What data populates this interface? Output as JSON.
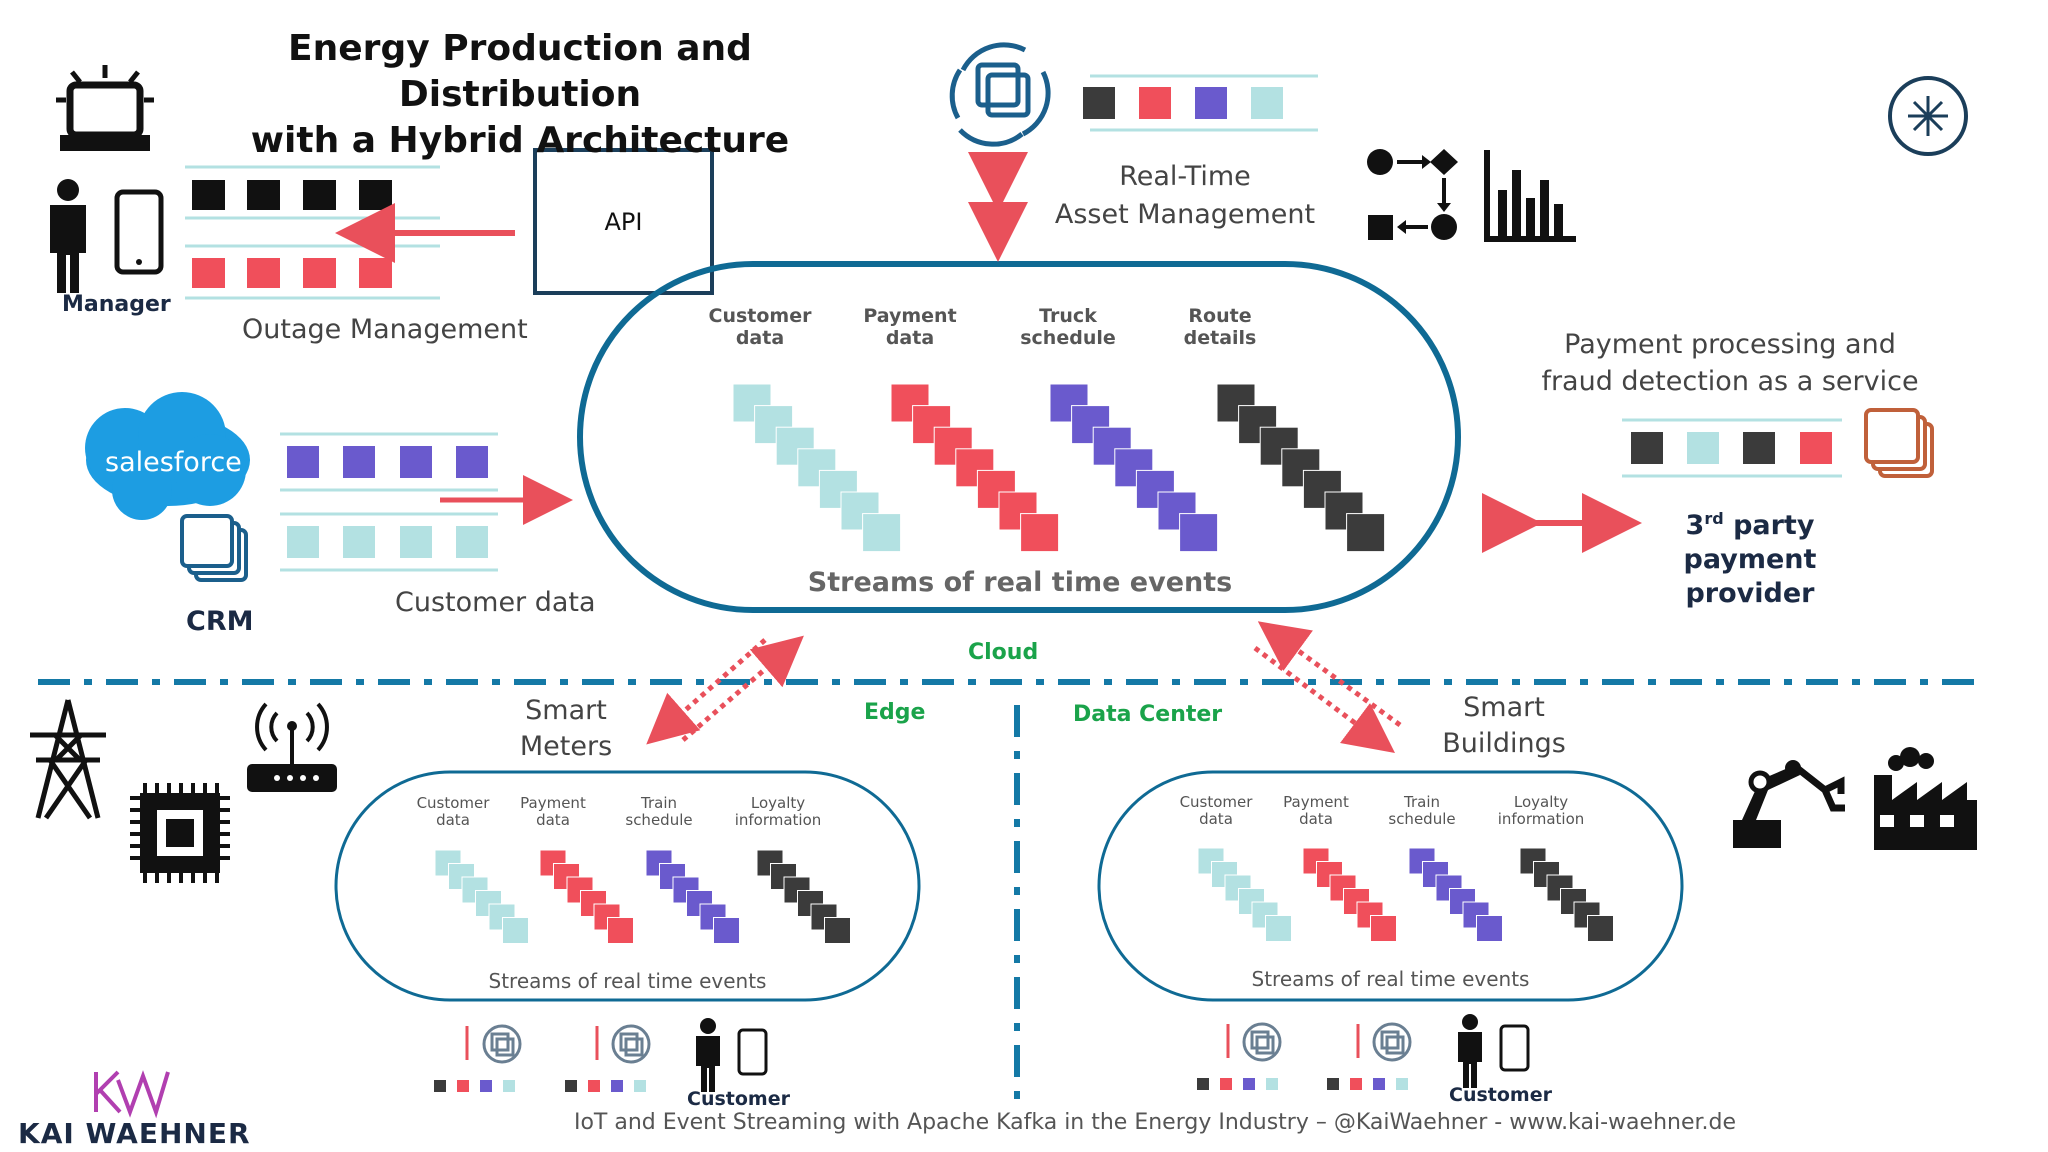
{
  "title_line1": "Energy Production and Distribution",
  "title_line2": "with a Hybrid Architecture",
  "outage": {
    "manager_label": "Manager",
    "label": "Outage Management",
    "api_label": "API"
  },
  "asset": {
    "label_line1": "Real-Time",
    "label_line2": "Asset Management"
  },
  "crm": {
    "salesforce_text": "salesforce",
    "crm_label": "CRM",
    "customer_data_label": "Customer data"
  },
  "payment": {
    "label_line1": "Payment processing and",
    "label_line2": "fraud detection as a service",
    "provider_3rd": "3",
    "provider_rd": "rd",
    "provider_line1_rest": " party",
    "provider_line2": "payment",
    "provider_line3": "provider"
  },
  "cloud_stream": {
    "columns": [
      "Customer\ndata",
      "Payment\ndata",
      "Truck\nschedule",
      "Route\ndetails"
    ],
    "label": "Streams of real time events"
  },
  "zones": {
    "cloud": "Cloud",
    "edge": "Edge",
    "data_center": "Data Center"
  },
  "edge": {
    "title_line1": "Smart",
    "title_line2": "Meters",
    "columns": [
      "Customer\ndata",
      "Payment\ndata",
      "Train\nschedule",
      "Loyalty\ninformation"
    ],
    "stream_label": "Streams of real time events",
    "customer_label": "Customer"
  },
  "datacenter": {
    "title_line1": "Smart",
    "title_line2": "Buildings",
    "columns": [
      "Customer\ndata",
      "Payment\ndata",
      "Train\nschedule",
      "Loyalty\ninformation"
    ],
    "stream_label": "Streams of real time events",
    "customer_label": "Customer"
  },
  "footer": "IoT and Event Streaming with Apache Kafka in the Energy Industry – @KaiWaehner - www.kai-waehner.de",
  "logo": {
    "monogram": "KW",
    "name": "KAI WAEHNER"
  },
  "colors": {
    "teal": "#b3e1e2",
    "red": "#f04f5b",
    "purple": "#6a5acd",
    "dark": "#3b3b3b",
    "blue": "#0f6a94",
    "divider": "#1479a6",
    "green": "#1aa34a",
    "arrow": "#e9505b"
  },
  "icons": [
    "siren-icon",
    "person-icon",
    "phone-icon",
    "api-box",
    "sync-icon",
    "double-arrow-icon",
    "flow-icon",
    "bar-chart-icon",
    "kafka-logo-icon",
    "salesforce-cloud-icon",
    "crm-stack-icon",
    "stack-icon",
    "power-tower-icon",
    "chip-icon",
    "router-icon",
    "robot-arm-icon",
    "factory-icon"
  ]
}
